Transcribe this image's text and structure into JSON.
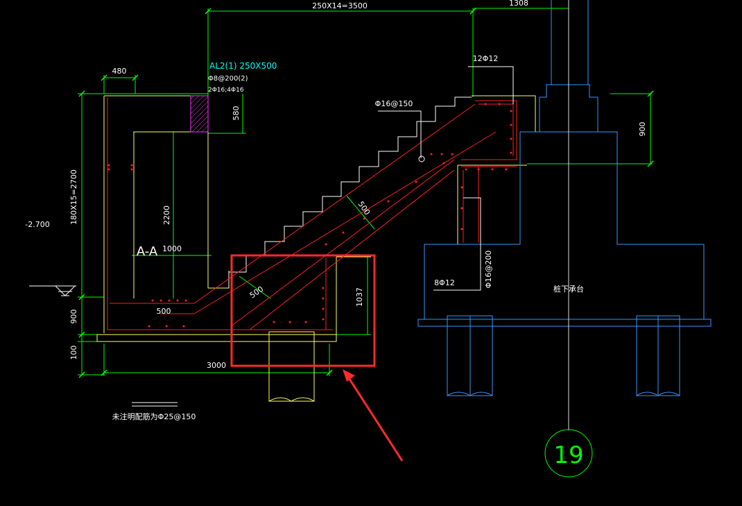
{
  "drawing": {
    "dims": {
      "top_total": "250X14=3500",
      "top_right": "1308",
      "left_480": "480",
      "left_height": "180X15=2700",
      "left_elev": "-2.700",
      "h_2200": "2200",
      "h_580": "580",
      "h_900_left": "900",
      "h_100": "100",
      "bottom_3000": "3000",
      "slab_500_a": "500",
      "slab_500_b": "500",
      "slab_500_c": "500",
      "w_1000": "1000",
      "h_1037": "1037",
      "right_900": "900"
    },
    "labels": {
      "beam_title": "AL2(1) 250X500",
      "beam_stirrup": "Φ8@200(2)",
      "beam_bars": "2Φ16;4Φ16",
      "top_bar": "12Φ12",
      "slab_bar": "Φ16@150",
      "section": "A-A",
      "side_bar": "8Φ12",
      "vert_bar": "Φ16@200",
      "pile_cap": "桩下承台",
      "note": "未注明配筋为Φ25@150",
      "axis": "19"
    },
    "colors": {
      "dimension": "#00ff00",
      "outline": "#ffff66",
      "rebar": "#ff2020",
      "structure": "#3399ff",
      "text": "#ffffff",
      "beam_text": "#00ffff",
      "highlight": "#ff2a2a"
    }
  }
}
